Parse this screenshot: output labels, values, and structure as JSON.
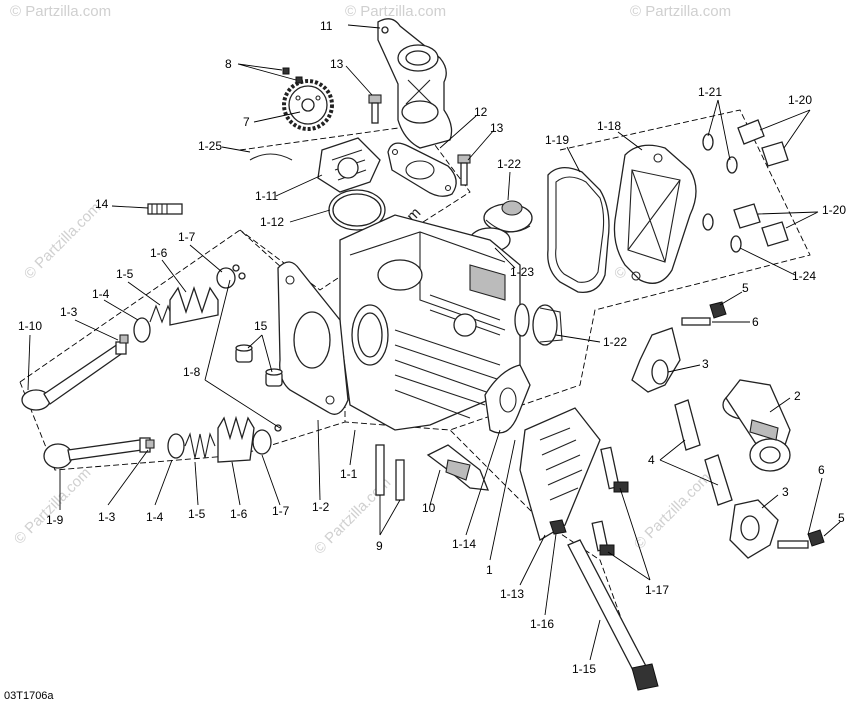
{
  "watermark": "© Partzilla.com",
  "diagram_code": "03T1706a",
  "callouts": {
    "c1": "1",
    "c1_1": "1-1",
    "c1_2": "1-2",
    "c1_3a": "1-3",
    "c1_3b": "1-3",
    "c1_4a": "1-4",
    "c1_4b": "1-4",
    "c1_5a": "1-5",
    "c1_5b": "1-5",
    "c1_6a": "1-6",
    "c1_6b": "1-6",
    "c1_7a": "1-7",
    "c1_7b": "1-7",
    "c1_8": "1-8",
    "c1_9": "1-9",
    "c1_10": "1-10",
    "c1_11": "1-11",
    "c1_12": "1-12",
    "c1_13": "1-13",
    "c1_14": "1-14",
    "c1_15": "1-15",
    "c1_16": "1-16",
    "c1_17": "1-17",
    "c1_18": "1-18",
    "c1_19": "1-19",
    "c1_20a": "1-20",
    "c1_20b": "1-20",
    "c1_21": "1-21",
    "c1_22a": "1-22",
    "c1_22b": "1-22",
    "c1_23": "1-23",
    "c1_24": "1-24",
    "c1_25": "1-25",
    "c2": "2",
    "c3a": "3",
    "c3b": "3",
    "c4": "4",
    "c5a": "5",
    "c5b": "5",
    "c6a": "6",
    "c6b": "6",
    "c7": "7",
    "c8": "8",
    "c9": "9",
    "c10": "10",
    "c11": "11",
    "c12": "12",
    "c13a": "13",
    "c13b": "13",
    "c14": "14",
    "c15": "15"
  }
}
